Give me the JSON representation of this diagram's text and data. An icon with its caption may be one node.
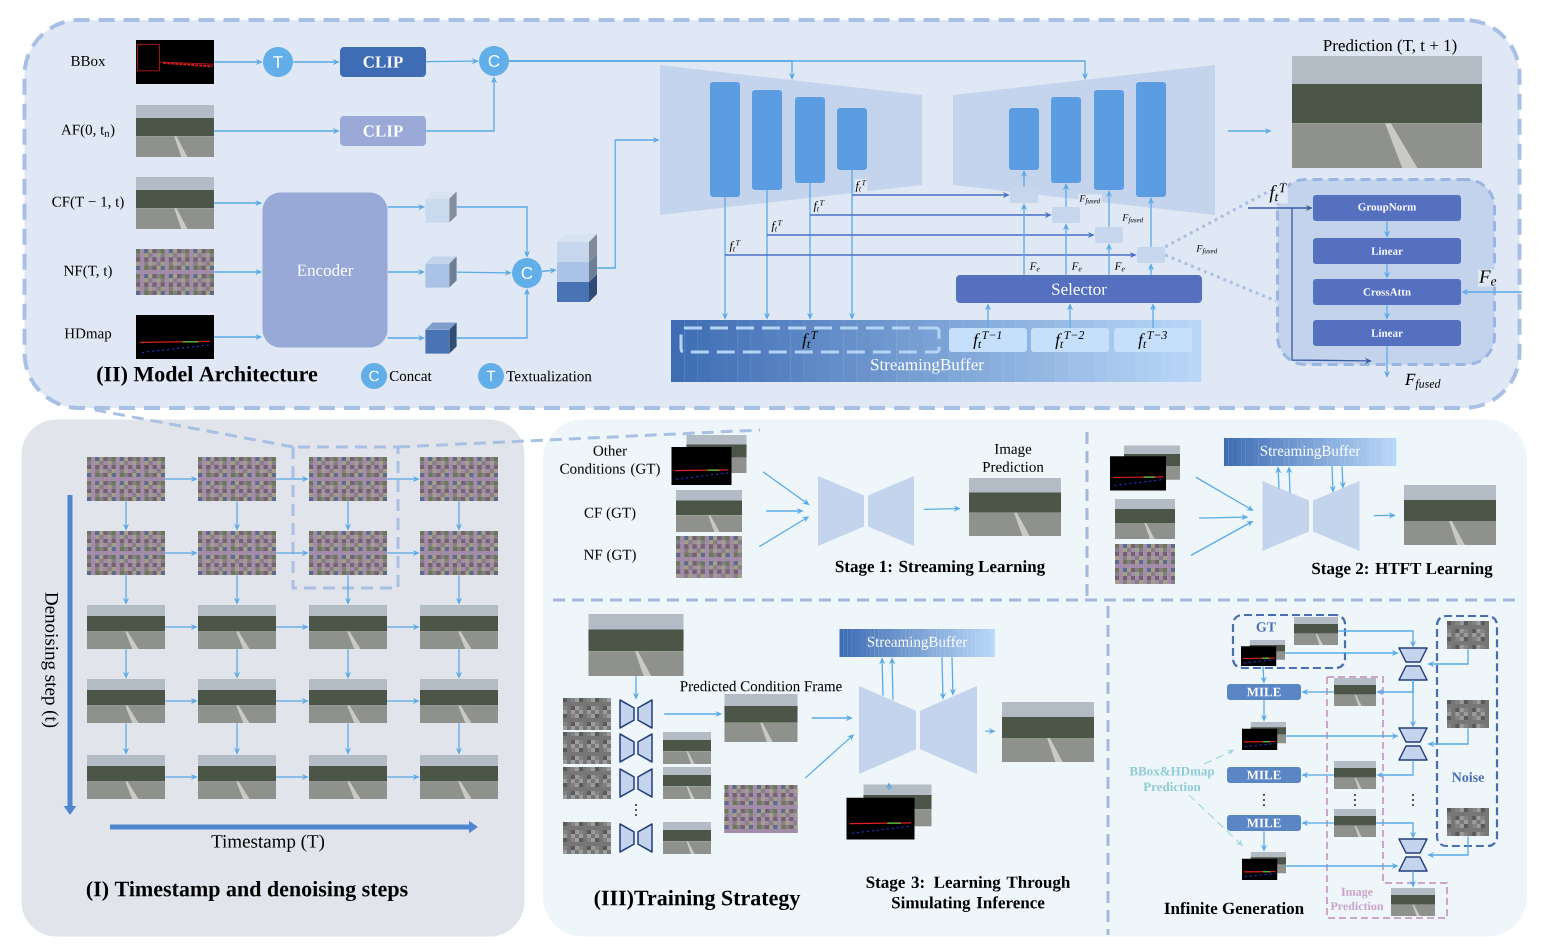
{
  "diagram": {
    "nodes": [
      {
        "text": [
          "(II) Model Architecture"
        ]
      },
      {
        "text": [],
        "shape": "picture",
        "beside": [
          "BBox"
        ],
        "in": 0
      },
      {
        "text": [],
        "shape": "picture",
        "beside": [
          "AF(0, t$_{n}$)"
        ],
        "in": 0
      },
      {
        "text": [],
        "shape": "picture",
        "beside": [
          "CF(T − 1, t)"
        ],
        "in": 0
      },
      {
        "text": [],
        "shape": "picture",
        "beside": [
          "NF(T, t)"
        ],
        "in": 0
      },
      {
        "text": [],
        "shape": "picture",
        "beside": [
          "HDmap"
        ],
        "in": 0
      },
      {
        "text": [
          "T"
        ],
        "in": 0
      },
      {
        "text": [
          "CLIP"
        ],
        "in": 0
      },
      {
        "text": [
          "CLIP"
        ],
        "in": 0
      },
      {
        "text": [
          "C"
        ],
        "in": 0
      },
      {
        "text": [
          "Encoder"
        ],
        "in": 0
      },
      {
        "text": [],
        "shape": "box",
        "in": 0
      },
      {
        "text": [],
        "shape": "box",
        "in": 0
      },
      {
        "text": [],
        "shape": "box",
        "in": 0
      },
      {
        "text": [
          "C"
        ],
        "in": 0
      },
      {
        "text": [],
        "shape": "box",
        "in": 0
      },
      {
        "text": [],
        "shape": "trapezoid",
        "in": 0
      },
      {
        "text": [],
        "shape": "trapezoid",
        "in": 0
      },
      {
        "text": [],
        "shape": "picture",
        "beside": [
          "Prediction (T, t + 1)"
        ],
        "in": 0
      },
      {
        "text": [],
        "shape": "box",
        "in": 0
      },
      {
        "text": [],
        "shape": "box",
        "in": 0
      },
      {
        "text": [],
        "shape": "box",
        "in": 0
      },
      {
        "text": [],
        "shape": "box",
        "in": 0
      },
      {
        "text": [
          "Selector"
        ],
        "in": 0
      },
      {
        "text": [
          "StreamingBuffer"
        ],
        "in": 0
      },
      {
        "text": [
          "f$_{t}$$^{T}$"
        ],
        "in": 24
      },
      {
        "text": [
          "f$_{t}$$^{T−1}$"
        ],
        "in": 24
      },
      {
        "text": [
          "f$_{t}$$^{T−2}$"
        ],
        "in": 24
      },
      {
        "text": [
          "f$_{t}$$^{T−3}$"
        ],
        "in": 24
      },
      {
        "text": [],
        "shape": "box",
        "in": 0
      },
      {
        "text": [
          "GroupNorm"
        ],
        "in": 29
      },
      {
        "text": [
          "Linear"
        ],
        "in": 29
      },
      {
        "text": [
          "CrossAttn"
        ],
        "in": 29
      },
      {
        "text": [
          "Linear"
        ],
        "in": 29
      },
      {
        "text": [
          "(I) Timestamp and denoising steps"
        ]
      },
      {
        "text": [],
        "shape": "picture",
        "in": 34
      },
      {
        "text": [],
        "shape": "picture",
        "in": 34
      },
      {
        "text": [],
        "shape": "picture",
        "in": 34
      },
      {
        "text": [],
        "shape": "picture",
        "in": 34
      },
      {
        "text": [],
        "shape": "picture",
        "in": 34
      },
      {
        "text": [],
        "shape": "picture",
        "in": 34
      },
      {
        "text": [],
        "shape": "picture",
        "in": 34
      },
      {
        "text": [],
        "shape": "picture",
        "in": 34
      },
      {
        "text": [],
        "shape": "picture",
        "in": 34
      },
      {
        "text": [],
        "shape": "picture",
        "in": 34
      },
      {
        "text": [],
        "shape": "picture",
        "in": 34
      },
      {
        "text": [],
        "shape": "picture",
        "in": 34
      },
      {
        "text": [],
        "shape": "picture",
        "in": 34
      },
      {
        "text": [],
        "shape": "picture",
        "in": 34
      },
      {
        "text": [],
        "shape": "picture",
        "in": 34
      },
      {
        "text": [],
        "shape": "picture",
        "in": 34
      },
      {
        "text": [],
        "shape": "picture",
        "in": 34
      },
      {
        "text": [],
        "shape": "picture",
        "in": 34
      },
      {
        "text": [],
        "shape": "picture",
        "in": 34
      },
      {
        "text": [],
        "shape": "picture",
        "in": 34
      },
      {
        "text": [
          "(III)Training Strategy"
        ]
      },
      {
        "text": [],
        "shape": "picture",
        "beside": [
          "Other Conditions (GT)"
        ],
        "in": 55
      },
      {
        "text": [],
        "shape": "picture",
        "beside": [
          "CF (GT)"
        ],
        "in": 55
      },
      {
        "text": [],
        "shape": "picture",
        "beside": [
          "NF (GT)"
        ],
        "in": 55
      },
      {
        "text": [],
        "shape": "hourglass",
        "in": 55
      },
      {
        "text": [],
        "shape": "picture",
        "beside": [
          "Image Prediction"
        ],
        "in": 55
      },
      {
        "text": [],
        "shape": "picture",
        "in": 55
      },
      {
        "text": [],
        "shape": "picture",
        "in": 55
      },
      {
        "text": [],
        "shape": "picture",
        "in": 55
      },
      {
        "text": [
          "StreamingBuffer"
        ],
        "in": 55
      },
      {
        "text": [],
        "shape": "hourglass",
        "in": 55
      },
      {
        "text": [],
        "shape": "picture",
        "in": 55
      },
      {
        "text": [],
        "shape": "picture",
        "in": 55
      },
      {
        "text": [],
        "shape": "hourglass",
        "in": 55
      },
      {
        "text": [],
        "shape": "picture",
        "beside": [
          "Predicted Condition Frame"
        ],
        "in": 55
      },
      {
        "text": [],
        "shape": "picture",
        "in": 55
      },
      {
        "text": [],
        "shape": "picture",
        "in": 55
      },
      {
        "text": [
          "StreamingBuffer"
        ],
        "in": 55
      },
      {
        "text": [],
        "shape": "hourglass",
        "in": 55
      },
      {
        "text": [],
        "shape": "picture",
        "in": 55
      },
      {
        "text": [
          "GT"
        ],
        "in": 55
      },
      {
        "text": [],
        "shape": "picture",
        "in": 75
      },
      {
        "text": [],
        "shape": "picture",
        "in": 75
      },
      {
        "text": [
          "Noise"
        ],
        "in": 55
      },
      {
        "text": [],
        "shape": "picture",
        "in": 78
      },
      {
        "text": [],
        "shape": "picture",
        "in": 78
      },
      {
        "text": [],
        "shape": "picture",
        "in": 78
      },
      {
        "text": [
          "Image Prediction"
        ],
        "in": 55
      },
      {
        "text": [],
        "shape": "picture",
        "in": 82
      },
      {
        "text": [],
        "shape": "picture",
        "in": 82
      },
      {
        "text": [],
        "shape": "picture",
        "in": 82
      },
      {
        "text": [],
        "shape": "picture",
        "in": 82
      },
      {
        "text": [],
        "shape": "hourglass",
        "in": 55
      },
      {
        "text": [],
        "shape": "hourglass",
        "in": 55
      },
      {
        "text": [],
        "shape": "hourglass",
        "in": 55
      },
      {
        "text": [
          "MILE"
        ],
        "in": 55
      },
      {
        "text": [
          "MILE"
        ],
        "in": 55
      },
      {
        "text": [
          "MILE"
        ],
        "in": 55
      },
      {
        "text": [],
        "shape": "picture",
        "in": 55
      },
      {
        "text": [],
        "shape": "picture",
        "in": 55
      },
      {
        "text": [
          "BBox&HDmap Prediction"
        ],
        "in": 55
      }
    ],
    "edges": [
      {
        "from": 1,
        "to": 6,
        "arrow": "to"
      },
      {
        "from": 6,
        "to": 7,
        "arrow": "to"
      },
      {
        "from": 7,
        "to": 9,
        "arrow": "to"
      },
      {
        "from": 2,
        "to": 8,
        "arrow": "to"
      },
      {
        "from": 8,
        "to": 9,
        "arrow": "to"
      },
      {
        "from": 3,
        "to": 10,
        "arrow": "to"
      },
      {
        "from": 4,
        "to": 10,
        "arrow": "to"
      },
      {
        "from": 5,
        "to": 10,
        "arrow": "to"
      },
      {
        "from": 10,
        "to": 11,
        "arrow": "to"
      },
      {
        "from": 10,
        "to": 12,
        "arrow": "to"
      },
      {
        "from": 10,
        "to": 13,
        "arrow": "to"
      },
      {
        "from": 11,
        "to": 14,
        "arrow": "to"
      },
      {
        "from": 12,
        "to": 14,
        "arrow": "to"
      },
      {
        "from": 13,
        "to": 14,
        "arrow": "to"
      },
      {
        "from": 14,
        "to": 15,
        "arrow": "to"
      },
      {
        "from": 15,
        "to": 16,
        "arrow": "to"
      },
      {
        "from": 9,
        "to": 16,
        "arrow": "to"
      },
      {
        "from": 9,
        "to": 17,
        "arrow": "to"
      },
      {
        "from": 17,
        "to": 18,
        "arrow": "to"
      },
      {
        "from": 16,
        "to": 24,
        "arrow": "to"
      },
      {
        "from": 16,
        "to": 24,
        "arrow": "to"
      },
      {
        "from": 16,
        "to": 24,
        "arrow": "to"
      },
      {
        "from": 16,
        "to": 24,
        "arrow": "to"
      },
      {
        "from": 16,
        "to": 19,
        "arrow": "to",
        "label": "f$_{t}$$^{T}$",
        "color": "#4a6fc4"
      },
      {
        "from": 16,
        "to": 20,
        "arrow": "to",
        "label": "f$_{t}$$^{T}$",
        "color": "#4a6fc4"
      },
      {
        "from": 16,
        "to": 21,
        "arrow": "to",
        "label": "f$_{t}$$^{T}$",
        "color": "#4a6fc4"
      },
      {
        "from": 16,
        "to": 22,
        "arrow": "to",
        "label": "f$_{t}$$^{T}$",
        "color": "#4a6fc4"
      },
      {
        "from": 23,
        "to": 19,
        "arrow": "to",
        "label": "F$_{e}$"
      },
      {
        "from": 23,
        "to": 20,
        "arrow": "to",
        "label": "F$_{e}$"
      },
      {
        "from": 23,
        "to": 21,
        "arrow": "to",
        "label": "F$_{e}$"
      },
      {
        "from": 23,
        "to": 22,
        "arrow": "to"
      },
      {
        "from": 19,
        "to": 17,
        "arrow": "to"
      },
      {
        "from": 20,
        "to": 17,
        "arrow": "to"
      },
      {
        "from": 21,
        "to": 17,
        "arrow": "to"
      },
      {
        "from": 22,
        "to": 17,
        "arrow": "to"
      },
      {
        "from": 26,
        "to": 23,
        "arrow": "to"
      },
      {
        "from": 27,
        "to": 23,
        "arrow": "to"
      },
      {
        "from": 28,
        "to": 23,
        "arrow": "to"
      },
      {
        "from": null,
        "to": 30,
        "arrow": "to",
        "label": "f$_{t}$$^{T}$",
        "color": "#3b5ba5"
      },
      {
        "from": 30,
        "to": 31,
        "arrow": "to"
      },
      {
        "from": 31,
        "to": 32,
        "arrow": "to"
      },
      {
        "from": 32,
        "to": 33,
        "arrow": "to"
      },
      {
        "from": null,
        "to": 32,
        "arrow": "to",
        "label": "F$_{e}$"
      },
      {
        "from": 33,
        "to": null,
        "arrow": "to",
        "label": "F$_{fused}$"
      },
      {
        "from": 35,
        "to": 36,
        "arrow": "to"
      },
      {
        "from": 36,
        "to": 37,
        "arrow": "to"
      },
      {
        "from": 37,
        "to": 38,
        "arrow": "to"
      },
      {
        "from": 39,
        "to": 40,
        "arrow": "to"
      },
      {
        "from": 40,
        "to": 41,
        "arrow": "to"
      },
      {
        "from": 41,
        "to": 42,
        "arrow": "to"
      },
      {
        "from": 43,
        "to": 44,
        "arrow": "to"
      },
      {
        "from": 44,
        "to": 45,
        "arrow": "to"
      },
      {
        "from": 45,
        "to": 46,
        "arrow": "to"
      },
      {
        "from": 47,
        "to": 48,
        "arrow": "to"
      },
      {
        "from": 48,
        "to": 49,
        "arrow": "to"
      },
      {
        "from": 49,
        "to": 50,
        "arrow": "to"
      },
      {
        "from": 51,
        "to": 52,
        "arrow": "to"
      },
      {
        "from": 52,
        "to": 53,
        "arrow": "to"
      },
      {
        "from": 53,
        "to": 54,
        "arrow": "to"
      },
      {
        "from": 35,
        "to": 39,
        "arrow": "to"
      },
      {
        "from": 36,
        "to": 40,
        "arrow": "to"
      },
      {
        "from": 37,
        "to": 41,
        "arrow": "to"
      },
      {
        "from": 38,
        "to": 42,
        "arrow": "to"
      },
      {
        "from": 39,
        "to": 43,
        "arrow": "to"
      },
      {
        "from": 40,
        "to": 44,
        "arrow": "to"
      },
      {
        "from": 41,
        "to": 45,
        "arrow": "to"
      },
      {
        "from": 42,
        "to": 46,
        "arrow": "to"
      },
      {
        "from": 43,
        "to": 47,
        "arrow": "to"
      },
      {
        "from": 44,
        "to": 48,
        "arrow": "to"
      },
      {
        "from": 45,
        "to": 49,
        "arrow": "to"
      },
      {
        "from": 46,
        "to": 50,
        "arrow": "to"
      },
      {
        "from": 47,
        "to": 51,
        "arrow": "to"
      },
      {
        "from": 48,
        "to": 52,
        "arrow": "to"
      },
      {
        "from": 49,
        "to": 53,
        "arrow": "to"
      },
      {
        "from": 50,
        "to": 54,
        "arrow": "to"
      },
      {
        "from": 56,
        "to": 59,
        "arrow": "to"
      },
      {
        "from": 57,
        "to": 59,
        "arrow": "to"
      },
      {
        "from": 58,
        "to": 59,
        "arrow": "to"
      },
      {
        "from": 59,
        "to": 60,
        "arrow": "to"
      },
      {
        "from": 61,
        "to": 65,
        "arrow": "to"
      },
      {
        "from": 62,
        "to": 65,
        "arrow": "to"
      },
      {
        "from": 63,
        "to": 65,
        "arrow": "to"
      },
      {
        "from": 65,
        "to": 64,
        "arrow": "to"
      },
      {
        "from": 65,
        "to": 64,
        "arrow": "to"
      },
      {
        "from": 64,
        "to": 65,
        "arrow": "to"
      },
      {
        "from": 64,
        "to": 65,
        "arrow": "to"
      },
      {
        "from": 65,
        "to": 66,
        "arrow": "to"
      },
      {
        "from": 67,
        "to": 68,
        "arrow": "to"
      },
      {
        "from": 68,
        "to": 69,
        "arrow": "to"
      },
      {
        "from": 69,
        "to": 73,
        "arrow": "to"
      },
      {
        "from": 70,
        "to": 73,
        "arrow": "to"
      },
      {
        "from": 71,
        "to": 73,
        "arrow": "to"
      },
      {
        "from": 73,
        "to": 72,
        "arrow": "to"
      },
      {
        "from": 73,
        "to": 72,
        "arrow": "to"
      },
      {
        "from": 72,
        "to": 73,
        "arrow": "to"
      },
      {
        "from": 72,
        "to": 73,
        "arrow": "to"
      },
      {
        "from": 73,
        "to": 74,
        "arrow": "to"
      },
      {
        "from": 76,
        "to": 87,
        "arrow": "to"
      },
      {
        "from": 77,
        "to": 87,
        "arrow": "to"
      },
      {
        "from": 79,
        "to": 87,
        "arrow": "to"
      },
      {
        "from": 87,
        "to": 88,
        "arrow": "to"
      },
      {
        "from": 87,
        "to": 83,
        "arrow": "to"
      },
      {
        "from": 83,
        "to": 90,
        "arrow": "to"
      },
      {
        "from": 77,
        "to": 90,
        "arrow": "to"
      },
      {
        "from": 90,
        "to": 93,
        "arrow": "to"
      },
      {
        "from": 93,
        "to": 88,
        "arrow": "to"
      },
      {
        "from": 80,
        "to": 88,
        "arrow": "to"
      },
      {
        "from": 88,
        "to": 84,
        "arrow": "to"
      },
      {
        "from": 84,
        "to": 91,
        "arrow": "to"
      },
      {
        "from": 85,
        "to": 92,
        "arrow": "to"
      },
      {
        "from": 85,
        "to": 89,
        "arrow": "to"
      },
      {
        "from": 94,
        "to": 89,
        "arrow": "to"
      },
      {
        "from": 81,
        "to": 89,
        "arrow": "to"
      },
      {
        "from": 92,
        "to": 94,
        "arrow": "to"
      },
      {
        "from": 89,
        "to": 86,
        "arrow": "to"
      },
      {
        "from": 95,
        "to": 93,
        "arrow": "to",
        "style": "dashed",
        "color": "#a8d8de"
      },
      {
        "from": 95,
        "to": 94,
        "arrow": "to",
        "style": "dashed",
        "color": "#a8d8de"
      },
      {
        "from": null,
        "to": 29,
        "arrow": "to",
        "color": "#3b5ba5"
      },
      {
        "from": 22,
        "to": 29,
        "arrow": "none",
        "style": "dashed",
        "color": "#a9c0e2"
      },
      {
        "from": 22,
        "to": 29,
        "arrow": "none",
        "style": "dashed",
        "color": "#a9c0e2"
      }
    ],
    "labels": [
      "F$_{fused}$",
      "F$_{fused}$",
      "F$_{fused}$",
      "C",
      "T",
      "Denoising step (t)",
      "Timestamp (T)",
      "Stage 1: Streaming Learning",
      "Stage 2: HTFT Learning",
      "Stage 3: Learning Through Simulating Inference",
      "Infinite Generation"
    ],
    "legend": [
      {
        "text": "Concat"
      },
      {
        "text": "Textualization"
      }
    ]
  }
}
